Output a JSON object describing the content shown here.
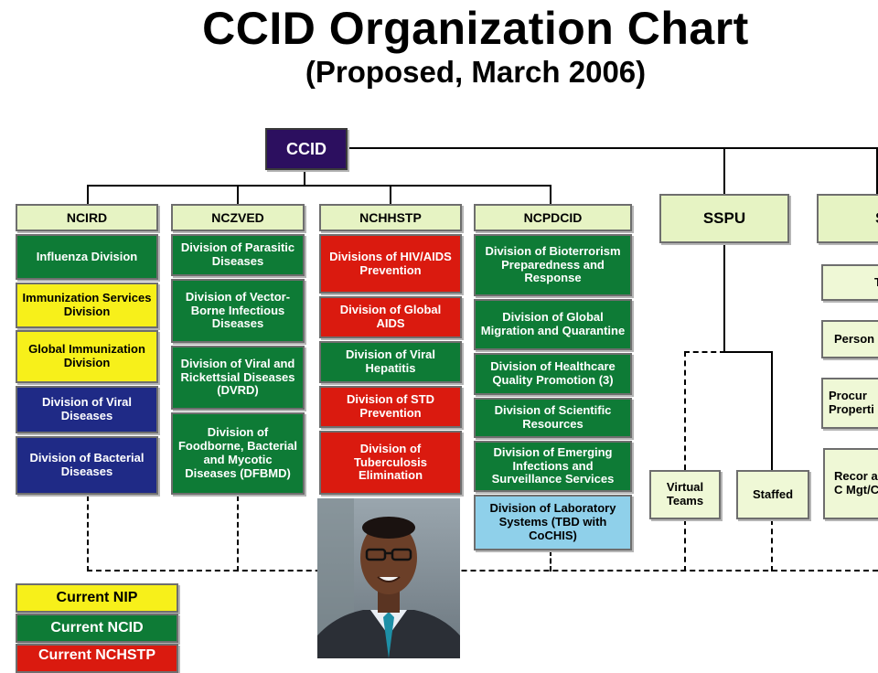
{
  "title": "CCID Organization Chart",
  "subtitle": "(Proposed, March 2006)",
  "root": "CCID",
  "centers": [
    {
      "name": "NCIRD",
      "divisions": [
        {
          "label": "Influenza Division",
          "color": "green"
        },
        {
          "label": "Immunization Services Division",
          "color": "yellow"
        },
        {
          "label": "Global Immunization Division",
          "color": "yellow"
        },
        {
          "label": "Division of Viral Diseases",
          "color": "navy"
        },
        {
          "label": "Division of Bacterial Diseases",
          "color": "navy"
        }
      ]
    },
    {
      "name": "NCZVED",
      "divisions": [
        {
          "label": "Division of Parasitic Diseases",
          "color": "green"
        },
        {
          "label": "Division of Vector-Borne Infectious Diseases",
          "color": "green"
        },
        {
          "label": "Division of Viral and Rickettsial Diseases (DVRD)",
          "color": "green"
        },
        {
          "label": "Division of Foodborne, Bacterial and Mycotic Diseases (DFBMD)",
          "color": "green"
        }
      ]
    },
    {
      "name": "NCHHSTP",
      "divisions": [
        {
          "label": "Divisions of HIV/AIDS Prevention",
          "color": "red"
        },
        {
          "label": "Division of Global AIDS",
          "color": "red"
        },
        {
          "label": "Division of Viral Hepatitis",
          "color": "green"
        },
        {
          "label": "Division of STD Prevention",
          "color": "red"
        },
        {
          "label": "Division of Tuberculosis Elimination",
          "color": "red"
        }
      ]
    },
    {
      "name": "NCPDCID",
      "divisions": [
        {
          "label": "Division of Bioterrorism Preparedness and Response",
          "color": "green"
        },
        {
          "label": "Division of Global Migration and Quarantine",
          "color": "green"
        },
        {
          "label": "Division of Healthcare Quality Promotion (3)",
          "color": "green"
        },
        {
          "label": "Division of Scientific Resources",
          "color": "green"
        },
        {
          "label": "Division of Emerging Infections and Surveillance Services",
          "color": "green"
        },
        {
          "label": "Division of Laboratory Systems (TBD with CoCHIS)",
          "color": "sky"
        }
      ]
    }
  ],
  "sspu": {
    "name": "SSPU",
    "children": [
      "Virtual Teams",
      "Staffed"
    ]
  },
  "right_partial": {
    "header": "S",
    "items": [
      "T",
      "Person",
      "Procur Properti",
      "Recor and C Mgt/C Lo"
    ]
  },
  "legend": [
    {
      "label": "Current  NIP",
      "color": "yellow"
    },
    {
      "label": "Current NCID",
      "color": "green"
    },
    {
      "label": "Current NCHSTP",
      "color": "red"
    }
  ],
  "colors": {
    "green": "#0e7b36",
    "yellow": "#f7f01a",
    "navy": "#1f2a86",
    "red": "#da1a0f",
    "sky": "#8fd0ea",
    "header": "#e6f3c3",
    "ccid": "#2c0f5f"
  },
  "photo": "portrait-photo"
}
